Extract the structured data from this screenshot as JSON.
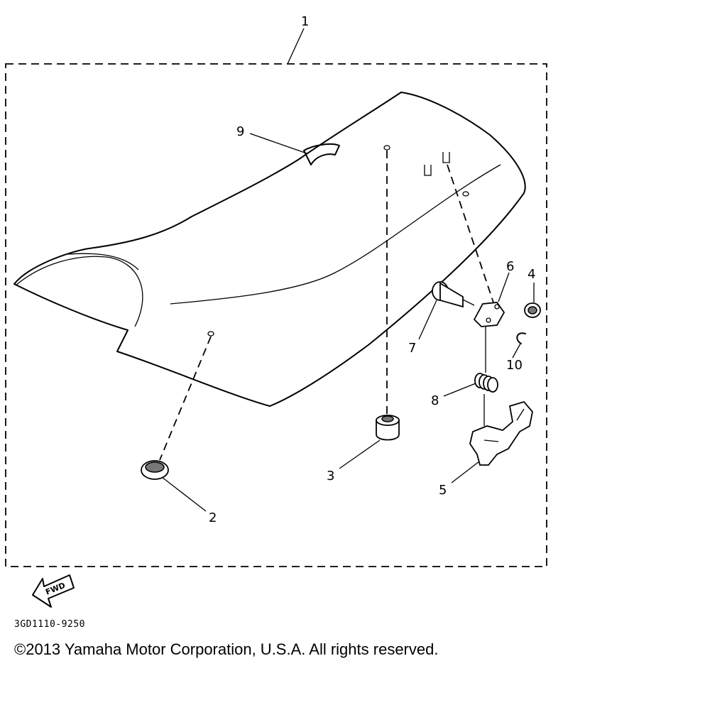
{
  "callouts": {
    "c1": "1",
    "c2": "2",
    "c3": "3",
    "c4": "4",
    "c5": "5",
    "c6": "6",
    "c7": "7",
    "c8": "8",
    "c9": "9",
    "c10": "10"
  },
  "fwd_label": "FWD",
  "part_code": "3GD1110-9250",
  "copyright": "©2013 Yamaha Motor Corporation, U.S.A. All rights reserved."
}
